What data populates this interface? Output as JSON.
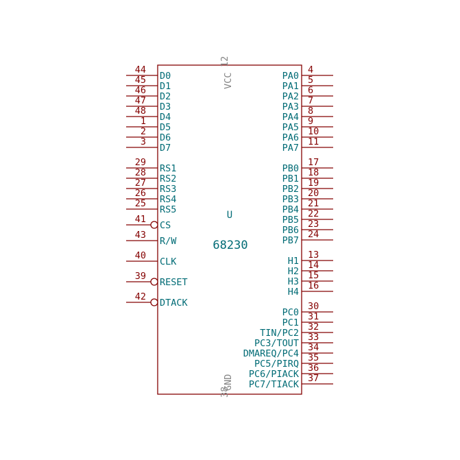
{
  "component": {
    "reference": "U",
    "value": "68230",
    "power_pins": [
      {
        "name": "VCC",
        "number": "12"
      },
      {
        "name": "GND",
        "number": "38"
      }
    ],
    "left_pins": [
      {
        "name": "D0",
        "number": "44",
        "inverted": false
      },
      {
        "name": "D1",
        "number": "45",
        "inverted": false
      },
      {
        "name": "D2",
        "number": "46",
        "inverted": false
      },
      {
        "name": "D3",
        "number": "47",
        "inverted": false
      },
      {
        "name": "D4",
        "number": "48",
        "inverted": false
      },
      {
        "name": "D5",
        "number": "1",
        "inverted": false
      },
      {
        "name": "D6",
        "number": "2",
        "inverted": false
      },
      {
        "name": "D7",
        "number": "3",
        "inverted": false
      },
      {
        "name": "RS1",
        "number": "29",
        "inverted": false
      },
      {
        "name": "RS2",
        "number": "28",
        "inverted": false
      },
      {
        "name": "RS3",
        "number": "27",
        "inverted": false
      },
      {
        "name": "RS4",
        "number": "26",
        "inverted": false
      },
      {
        "name": "RS5",
        "number": "25",
        "inverted": false
      },
      {
        "name": "CS",
        "number": "41",
        "inverted": true
      },
      {
        "name": "R/W",
        "number": "43",
        "inverted": false
      },
      {
        "name": "CLK",
        "number": "40",
        "inverted": false
      },
      {
        "name": "RESET",
        "number": "39",
        "inverted": true
      },
      {
        "name": "DTACK",
        "number": "42",
        "inverted": true
      }
    ],
    "right_pins": [
      {
        "name": "PA0",
        "number": "4"
      },
      {
        "name": "PA1",
        "number": "5"
      },
      {
        "name": "PA2",
        "number": "6"
      },
      {
        "name": "PA3",
        "number": "7"
      },
      {
        "name": "PA4",
        "number": "8"
      },
      {
        "name": "PA5",
        "number": "9"
      },
      {
        "name": "PA6",
        "number": "10"
      },
      {
        "name": "PA7",
        "number": "11"
      },
      {
        "name": "PB0",
        "number": "17"
      },
      {
        "name": "PB1",
        "number": "18"
      },
      {
        "name": "PB2",
        "number": "19"
      },
      {
        "name": "PB3",
        "number": "20"
      },
      {
        "name": "PB4",
        "number": "21"
      },
      {
        "name": "PB5",
        "number": "22"
      },
      {
        "name": "PB6",
        "number": "23"
      },
      {
        "name": "PB7",
        "number": "24"
      },
      {
        "name": "H1",
        "number": "13"
      },
      {
        "name": "H2",
        "number": "14"
      },
      {
        "name": "H3",
        "number": "15"
      },
      {
        "name": "H4",
        "number": "16"
      },
      {
        "name": "PC0",
        "number": "30"
      },
      {
        "name": "PC1",
        "number": "31"
      },
      {
        "name": "TIN/PC2",
        "number": "32"
      },
      {
        "name": "PC3/TOUT",
        "number": "33"
      },
      {
        "name": "DMAREQ/PC4",
        "number": "34"
      },
      {
        "name": "PC5/PIRQ",
        "number": "35"
      },
      {
        "name": "PC6/PIACK",
        "number": "36"
      },
      {
        "name": "PC7/TIACK",
        "number": "37"
      }
    ],
    "colors": {
      "outline": "#840000",
      "pin_name": "#006b75",
      "pin_number": "#840000",
      "power_pin": "#848484"
    }
  }
}
